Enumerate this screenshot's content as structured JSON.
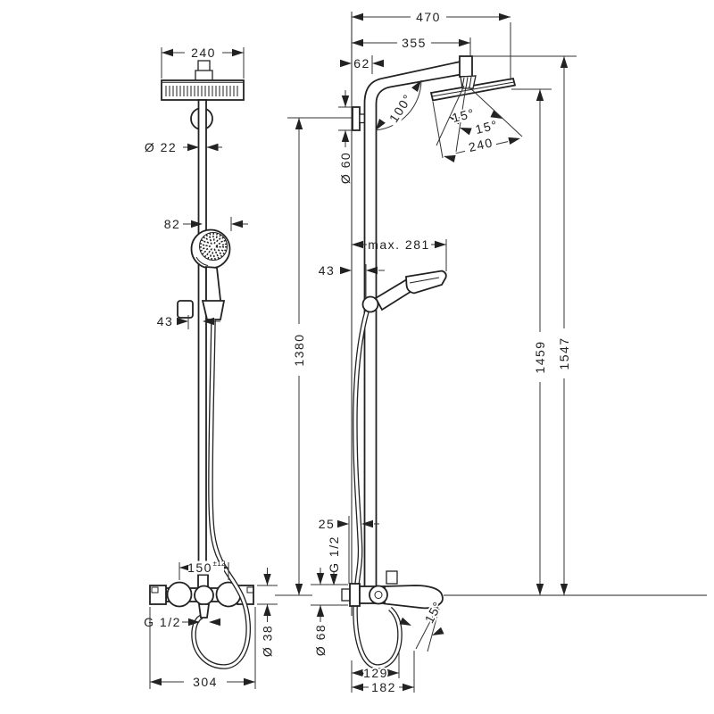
{
  "drawing": {
    "front_view": {
      "head_width": "240",
      "pipe_diameter": "Ø 22",
      "handshower_offset": "82",
      "holder_offset": "43",
      "valve_center_distance": "150",
      "valve_center_tolerance": "±12",
      "connection_thread": "G 1/2",
      "valve_diameter": "Ø 38",
      "valve_width": "304",
      "bracket_height": "1380"
    },
    "side_view": {
      "total_reach": "470",
      "head_reach": "355",
      "wall_to_pipe": "62",
      "arm_angle": "100°",
      "head_tilt_upper": "15°",
      "head_tilt_lower": "15°",
      "head_size": "240",
      "bracket_diameter": "Ø 60",
      "handshower_reach": "max. 281",
      "wall_to_holder": "43",
      "wall_to_hose": "25",
      "connection_thread": "G 1/2",
      "escutcheon_diameter": "Ø 68",
      "spout_angle": "15°",
      "loop_reach": "129",
      "spout_reach": "182",
      "head_height": "1459",
      "total_height": "1547"
    }
  }
}
